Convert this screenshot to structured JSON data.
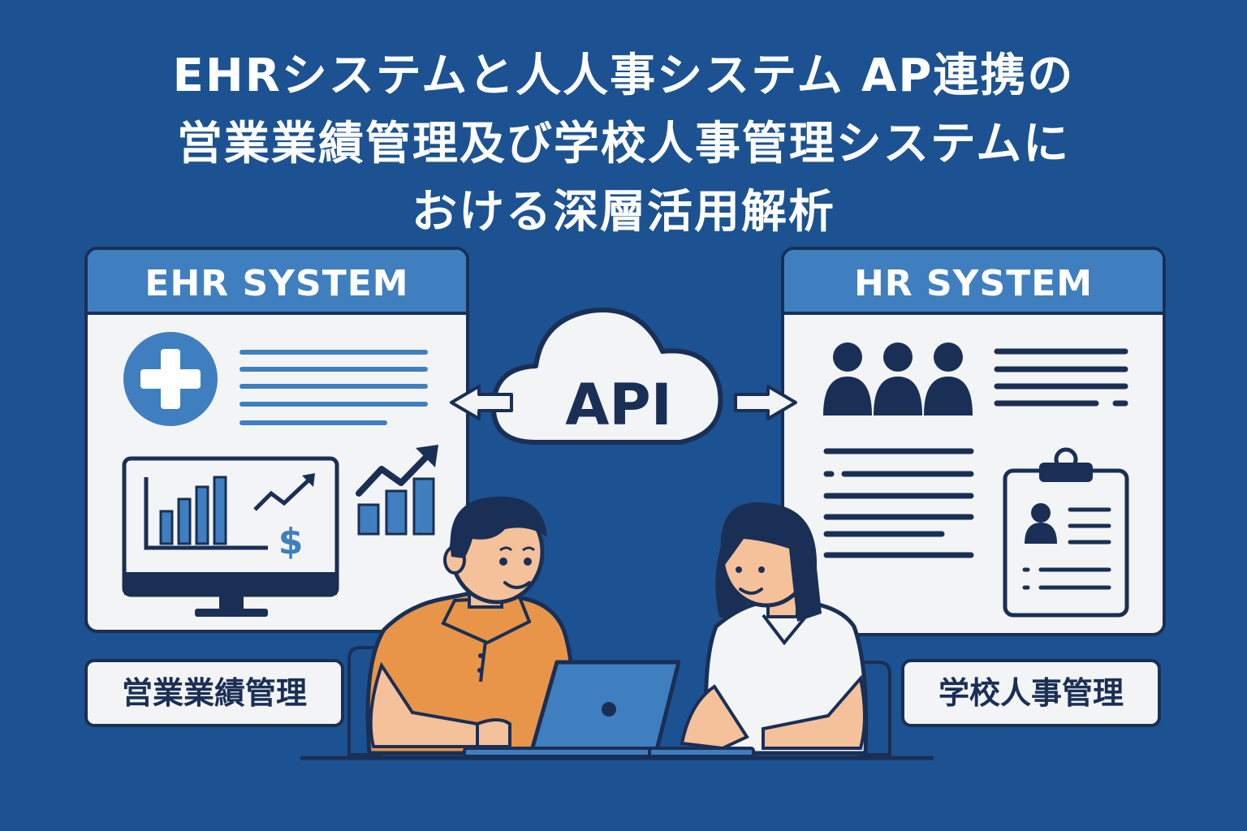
{
  "title": {
    "line1": "EHRシステムと人人事システム AP連携の",
    "line2": "営業業績管理及び学校人事管理システムに",
    "line3": "おける深層活用解析"
  },
  "ehr_panel": {
    "header": "EHR SYSTEM"
  },
  "hr_panel": {
    "header": "HR SYSTEM"
  },
  "api_cloud": {
    "label": "API",
    "currency_symbol": "$"
  },
  "labels": {
    "left": "営業業績管理",
    "right": "学校人事管理"
  },
  "colors": {
    "background": "#1c5291",
    "panel_header": "#3f7fc0",
    "outline": "#1a2f55",
    "accent_blue": "#3f7fc0",
    "shirt_orange": "#e8954a",
    "skin": "#f5c19a"
  }
}
